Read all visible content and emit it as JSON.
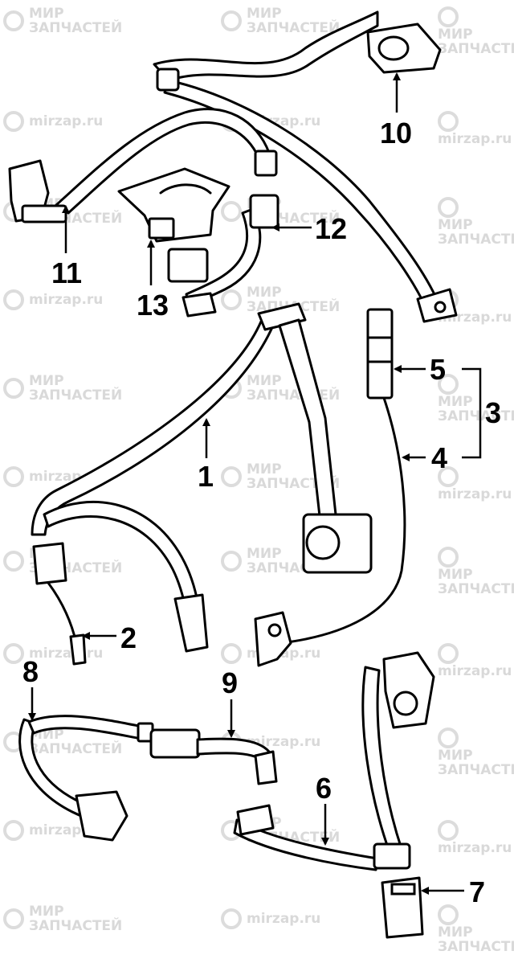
{
  "watermark": {
    "line1": "МИР",
    "line2": "ЗАПЧАСТЕЙ",
    "site": "mirzap.ru",
    "logo_icon": "map-pin-icon"
  },
  "callouts": {
    "c1": "1",
    "c2": "2",
    "c3": "3",
    "c4": "4",
    "c5": "5",
    "c6": "6",
    "c7": "7",
    "c8": "8",
    "c9": "9",
    "c10": "10",
    "c11": "11",
    "c12": "12",
    "c13": "13"
  },
  "colors": {
    "ink": "#000000",
    "paper": "#ffffff",
    "watermark": "#d9d9d9"
  }
}
